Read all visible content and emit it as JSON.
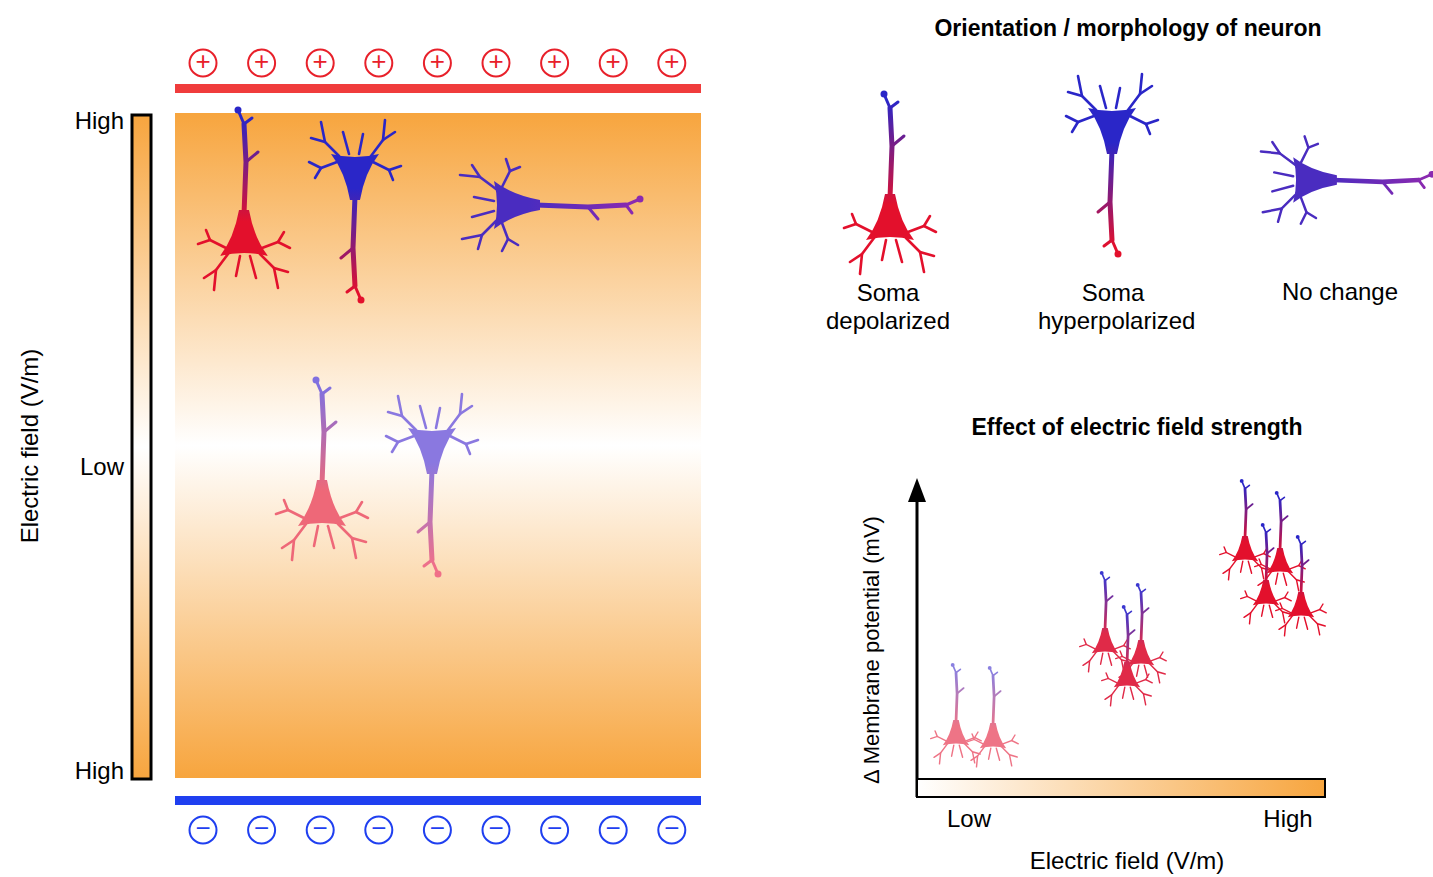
{
  "diagram": {
    "labels": [
      "+",
      "+",
      "+",
      "+",
      "+",
      "+",
      "+",
      "+",
      "+",
      "−",
      "−",
      "−",
      "−",
      "−",
      "−",
      "−",
      "−",
      "−",
      "High",
      "Low",
      "High",
      "Electric field (V/m)",
      "Orientation / morphology of neuron",
      "Soma depolarized",
      "Soma hyperpolarized",
      "No change",
      "Effect of electric field strength",
      "Δ Membrane potential (mV)",
      "Low",
      "High",
      "Electric field (V/m)"
    ]
  }
}
